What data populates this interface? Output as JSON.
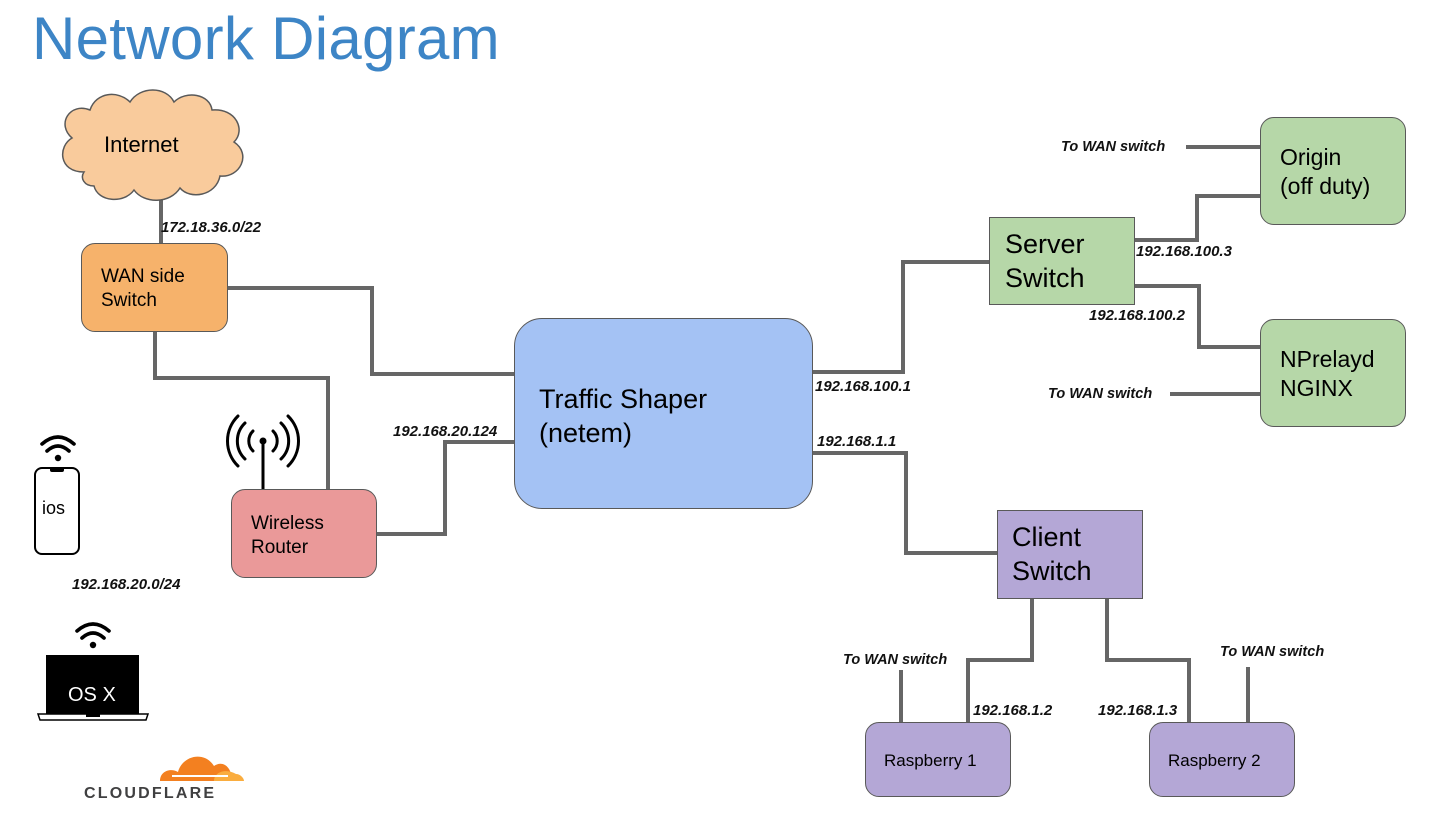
{
  "title": "Network Diagram",
  "nodes": {
    "internet": "Internet",
    "wan_switch": "WAN side\nSwitch",
    "wireless_router": "Wireless\nRouter",
    "traffic_shaper": "Traffic Shaper\n(netem)",
    "server_switch": "Server\nSwitch",
    "origin": "Origin\n(off duty)",
    "nprelayd": "NPrelayd\nNGINX",
    "client_switch": "Client\nSwitch",
    "raspberry1": "Raspberry 1",
    "raspberry2": "Raspberry 2",
    "ios": "ios",
    "osx": "OS X"
  },
  "labels": {
    "internet_subnet": "172.18.36.0/22",
    "wifi_subnet": "192.168.20.0/24",
    "shaper_wifi_ip": "192.168.20.124",
    "shaper_server_ip": "192.168.100.1",
    "shaper_client_ip": "192.168.1.1",
    "origin_ip": "192.168.100.3",
    "nprelayd_ip": "192.168.100.2",
    "raspberry1_ip": "192.168.1.2",
    "raspberry2_ip": "192.168.1.3",
    "to_wan_origin": "To WAN switch",
    "to_wan_nprelayd": "To WAN switch",
    "to_wan_raspberry1": "To WAN switch",
    "to_wan_raspberry2": "To WAN switch"
  },
  "logo": {
    "text": "CLOUDFLARE"
  },
  "colors": {
    "title": "#3d85c6",
    "internet": "#f9cb9c",
    "wan_switch": "#f6b26b",
    "wireless_router": "#ea9999",
    "traffic_shaper": "#a4c2f4",
    "server_group": "#b6d7a8",
    "client_group": "#b4a7d6",
    "link": "#666666"
  }
}
